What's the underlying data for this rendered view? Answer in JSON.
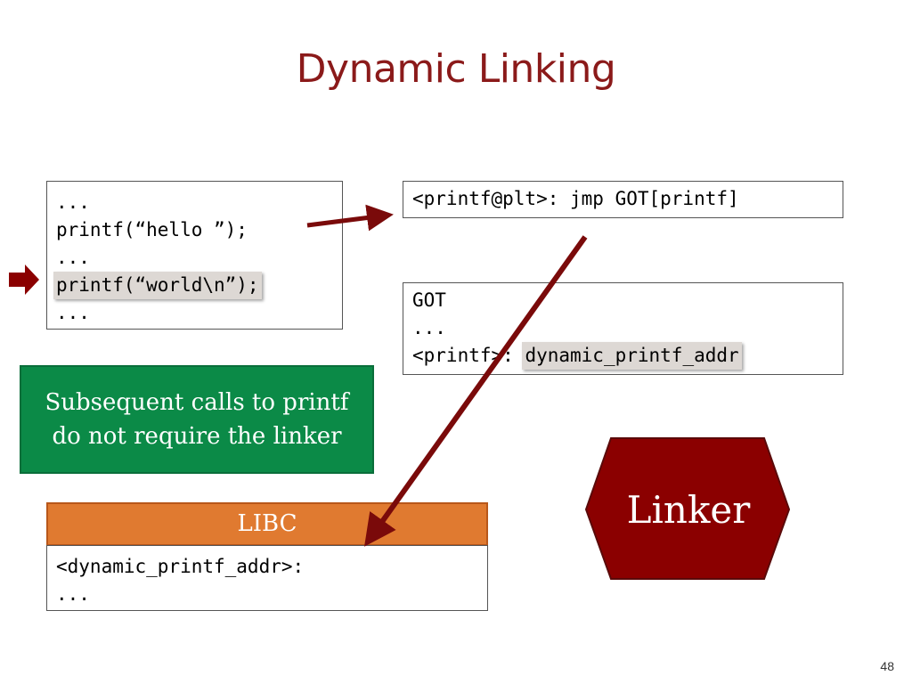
{
  "slide": {
    "title": "Dynamic Linking",
    "page_number": "48"
  },
  "code_box": {
    "lines": [
      "...",
      "printf(“hello ”);",
      "...",
      "printf(“world\\n”);",
      "..."
    ],
    "highlighted_line_index": 3
  },
  "plt_box": {
    "line": "<printf@plt>: jmp GOT[printf]"
  },
  "got_box": {
    "lines": [
      "GOT",
      "..."
    ],
    "entry_label": "<printf>: ",
    "entry_value": "dynamic_printf_addr"
  },
  "note": {
    "line1": "Subsequent calls to printf",
    "line2": "do not require the linker",
    "color": "#0b8a47"
  },
  "libc": {
    "header": "LIBC",
    "lines": [
      "<dynamic_printf_addr>:",
      "..."
    ],
    "header_color": "#e07a30"
  },
  "linker": {
    "label": "Linker",
    "color": "#8b0000"
  },
  "arrow_color": "#7a0a0a"
}
